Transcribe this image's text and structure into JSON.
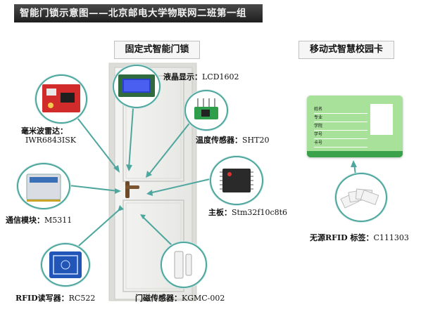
{
  "banner": {
    "title": "智能门锁示意图——北京邮电大学物联网二班第一组"
  },
  "sections": {
    "lock_title": "固定式智能门锁",
    "card_title": "移动式智慧校园卡"
  },
  "components": {
    "lcd": {
      "name": "液晶显示：",
      "model": "LCD1602"
    },
    "radar": {
      "name": "毫米波雷达：",
      "model": "IWR6843ISK"
    },
    "sht": {
      "name": "温度传感器：",
      "model": "SHT20"
    },
    "comm": {
      "name": "通信模块：",
      "model": "M5311"
    },
    "mcu": {
      "name": "主板：",
      "model": "Stm32f10c8t6"
    },
    "rfid_reader": {
      "name": "RFID读写器：",
      "model": "RC522"
    },
    "door_sensor": {
      "name": "门磁传感器：",
      "model": "KGMC-002"
    },
    "rfid_tag": {
      "name": "无源RFID 标签：",
      "model": "C111303"
    }
  },
  "card": {
    "fields": [
      "姓名",
      "专业",
      "学院",
      "学号",
      "卡号"
    ]
  },
  "colors": {
    "accent": "#4ea79e",
    "banner": "#2b2b2b",
    "card_green": "#a8e29a"
  }
}
